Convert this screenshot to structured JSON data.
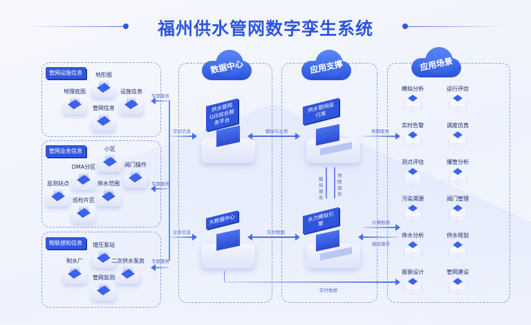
{
  "title": "福州供水管网数字孪生系统",
  "left_groups": [
    {
      "tag": "管网设施信息",
      "items": [
        "地形图",
        "地理底图",
        "设施信息",
        "管网信息"
      ]
    },
    {
      "tag": "管网业务信息",
      "items": [
        "小区",
        "阀门操作",
        "DMA分区",
        "监测站点",
        "停水范围",
        "巡检片区"
      ]
    },
    {
      "tag": "物联感知信息",
      "items": [
        "增压泵站",
        "制水厂",
        "二次供水泵房",
        "管网监测"
      ]
    }
  ],
  "clouds": {
    "data_center": "数据中心",
    "app_support": "应用支撑",
    "app_scenes": "应用场景"
  },
  "cards": {
    "gis": "供水管网GIS综合服务平台",
    "bigdata": "大数据中心",
    "runtime_db": "供水管网运行库",
    "hydraulic": "水力模拟引擎"
  },
  "arrows": {
    "topic1": "专题服务",
    "topic2": "专题服务",
    "topic3": "专题服务",
    "spatial": "空间信息",
    "business": "业务信息",
    "sim_business": "模拟与业务",
    "realtime1": "实时数据",
    "map_service_h": "地图服务",
    "calc_data": "计算数据",
    "sim_op": "模拟操作",
    "realtime2": "实时数据",
    "sim_service_v": "模拟服务",
    "map_service_v": "地图服务"
  },
  "scenes": [
    "模拟分析",
    "运行评估",
    "实时告警",
    "调度仿真",
    "测点评估",
    "爆管分析",
    "污染溯源",
    "阀门管理",
    "停水分析",
    "供水规划",
    "报装设计",
    "管网建设"
  ],
  "colors": {
    "accent": "#2d55e0"
  }
}
